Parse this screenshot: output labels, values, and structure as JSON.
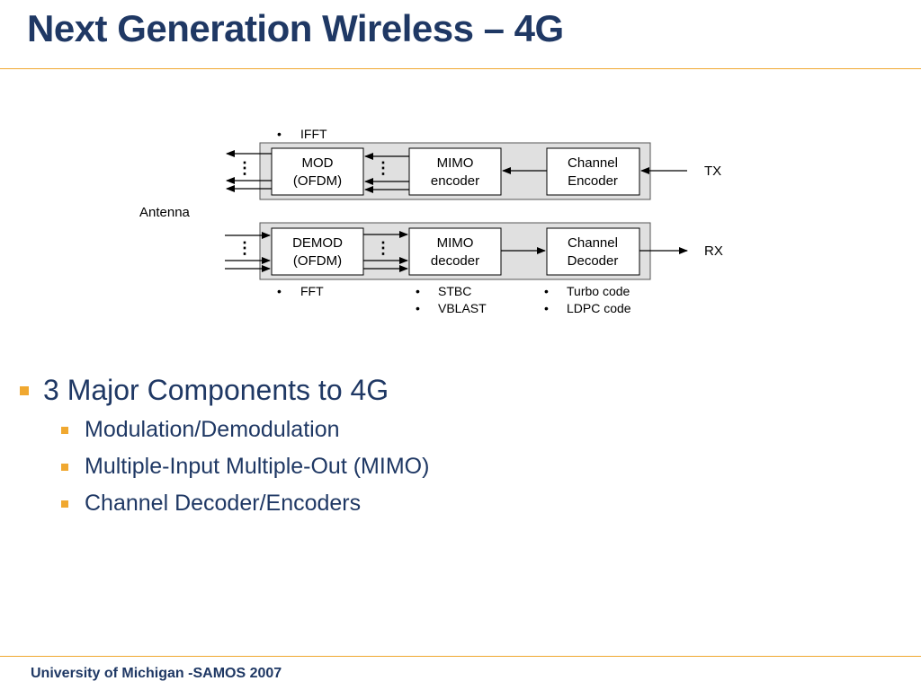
{
  "slide": {
    "title": "Next Generation Wireless – 4G",
    "footer": "University of Michigan -SAMOS 2007"
  },
  "diagram": {
    "antenna_label": "Antenna",
    "tx_label": "TX",
    "rx_label": "RX",
    "ellipsis": "⋮",
    "bullet_char": "•",
    "tx_blocks": [
      {
        "line1": "MOD",
        "line2": "(OFDM)"
      },
      {
        "line1": "MIMO",
        "line2": "encoder"
      },
      {
        "line1": "Channel",
        "line2": "Encoder"
      }
    ],
    "rx_blocks": [
      {
        "line1": "DEMOD",
        "line2": "(OFDM)"
      },
      {
        "line1": "MIMO",
        "line2": "decoder"
      },
      {
        "line1": "Channel",
        "line2": "Decoder"
      }
    ],
    "notes": {
      "tx_mod": [
        "IFFT"
      ],
      "rx_mod": [
        "FFT"
      ],
      "mimo": [
        "STBC",
        "VBLAST"
      ],
      "channel": [
        "Turbo code",
        "LDPC code"
      ]
    }
  },
  "bullets": {
    "main": "3 Major Components to 4G",
    "sub": [
      "Modulation/Demodulation",
      "Multiple-Input Multiple-Out (MIMO)",
      "Channel Decoder/Encoders"
    ]
  },
  "colors": {
    "title": "#1f3864",
    "accent": "#f0a830",
    "panel": "#e0e0e0"
  }
}
